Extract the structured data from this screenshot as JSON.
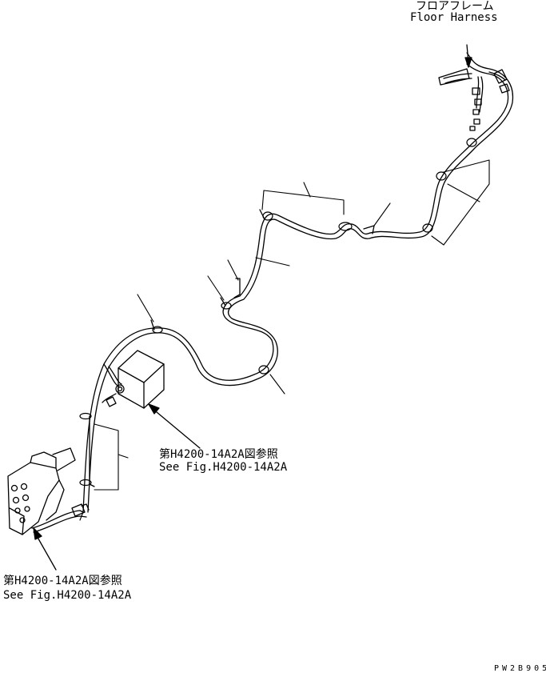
{
  "labels": {
    "floor_harness_jp": "フロアフレーム",
    "floor_harness_en": "Floor Harness",
    "ref_upper_jp": "第H4200-14A2A図参照",
    "ref_upper_en": "See Fig.H4200-14A2A",
    "ref_lower_jp": "第H4200-14A2A図参照",
    "ref_lower_en": "See Fig.H4200-14A2A",
    "drawing_code": "PW2B905"
  },
  "colors": {
    "line": "#000000",
    "background": "#ffffff"
  }
}
